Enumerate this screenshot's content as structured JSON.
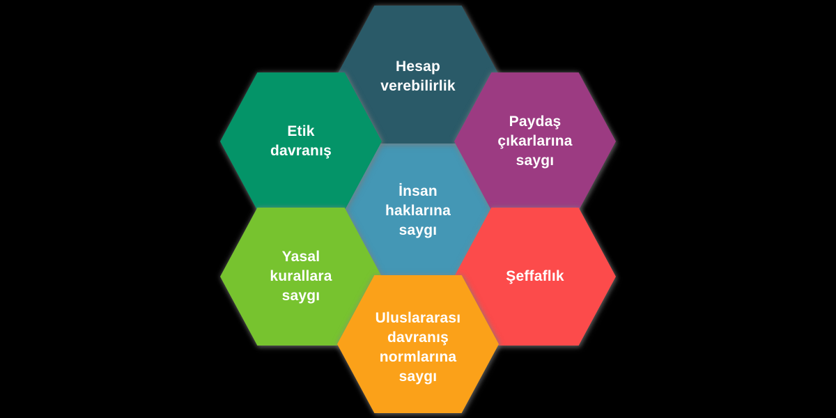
{
  "background_color": "#000000",
  "text_color": "#ffffff",
  "diagram": {
    "type": "hexagon-flower",
    "hexagons": {
      "center": {
        "label": "İnsan\nhaklarına\nsaygı",
        "color": "#4497b5"
      },
      "top": {
        "label": "Hesap\nverebilirlik",
        "color": "#2a5a68"
      },
      "top_left": {
        "label": "Etik\ndavranış",
        "color": "#049468"
      },
      "top_right": {
        "label": "Paydaş\nçıkarlarına\nsaygı",
        "color": "#9c3b82"
      },
      "bottom_left": {
        "label": "Yasal\nkurallara\nsaygı",
        "color": "#77c32f"
      },
      "bottom_right": {
        "label": "Şeffaflık",
        "color": "#fc4b4b"
      },
      "bottom": {
        "label": "Uluslararası\ndavranış\nnormlarına\nsaygı",
        "color": "#fba119"
      }
    }
  }
}
